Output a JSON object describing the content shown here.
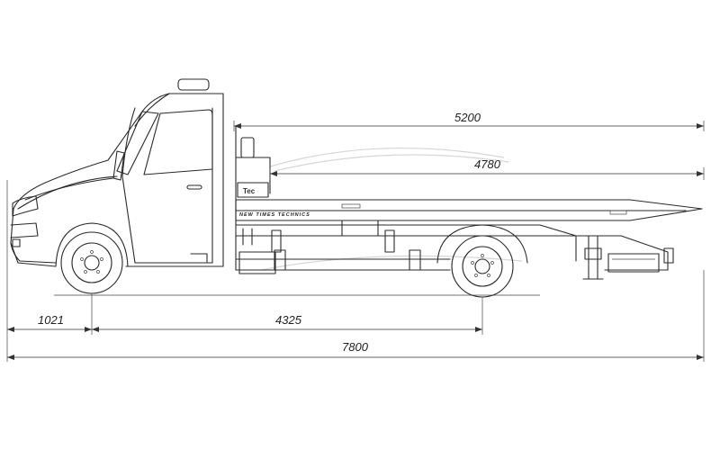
{
  "diagram": {
    "body_label": "NEW TIMES TECHNICS",
    "dimensions": {
      "deck_length": "5200",
      "platform_length": "4780",
      "front_overhang": "1021",
      "wheelbase": "4325",
      "overall_length": "7800"
    }
  }
}
